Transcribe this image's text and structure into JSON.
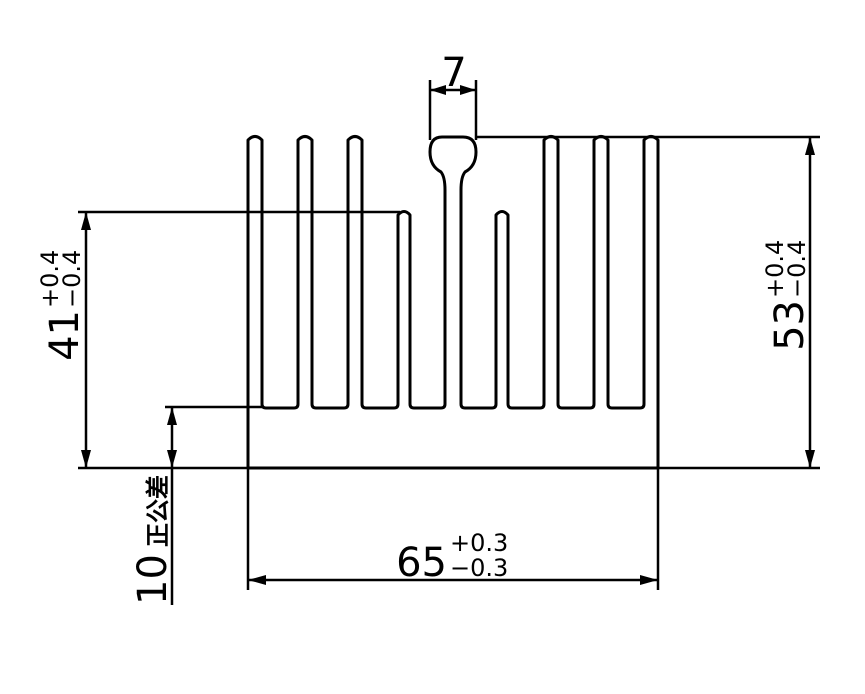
{
  "drawing": {
    "fin_thickness": {
      "value": "7"
    },
    "width": {
      "value": "65",
      "tol_plus": "+0.3",
      "tol_minus": "−0.3"
    },
    "height_total": {
      "value": "53",
      "tol_plus": "+0.4",
      "tol_minus": "−0.4"
    },
    "height_short": {
      "value": "41",
      "tol_plus": "+0.4",
      "tol_minus": "−0.4"
    },
    "base_thickness": {
      "value": "10",
      "note": "正公差"
    }
  }
}
